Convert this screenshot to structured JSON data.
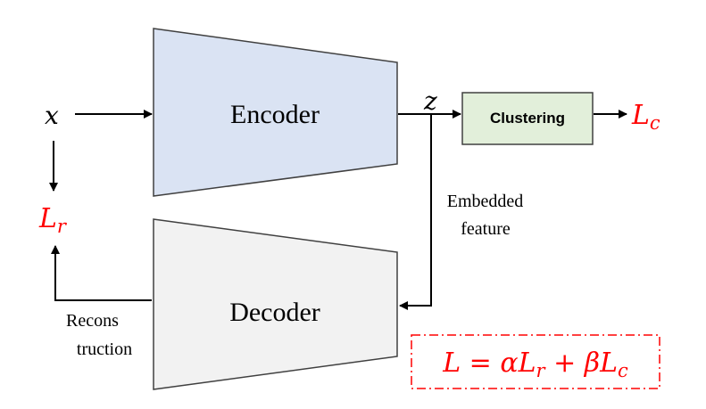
{
  "diagram": {
    "input": {
      "label": "x"
    },
    "encoder": {
      "label": "Encoder",
      "fill": "#dae3f3",
      "stroke": "#404040"
    },
    "latent": {
      "label": "z"
    },
    "clustering": {
      "label": "Clustering",
      "fill": "#e2efda",
      "stroke": "#404040"
    },
    "clustering_loss": {
      "base": "L",
      "sub": "c"
    },
    "reconstruction_loss": {
      "base": "L",
      "sub": "r"
    },
    "embedded_note": {
      "line1": "Embedded",
      "line2": "feature"
    },
    "decoder": {
      "label": "Decoder",
      "fill": "#f2f2f2",
      "stroke": "#404040"
    },
    "reconstruction_note": {
      "line1": "Recons",
      "line2": "truction"
    },
    "total_loss": {
      "L": "L",
      "eq": " = ",
      "alpha": "α",
      "Lr_base": "L",
      "Lr_sub": "r",
      "plus": " + ",
      "beta": "β",
      "Lc_base": "L",
      "Lc_sub": "c",
      "border_color": "#ff0000"
    },
    "colors": {
      "loss_text": "#ff0000",
      "arrow": "#000000"
    }
  }
}
